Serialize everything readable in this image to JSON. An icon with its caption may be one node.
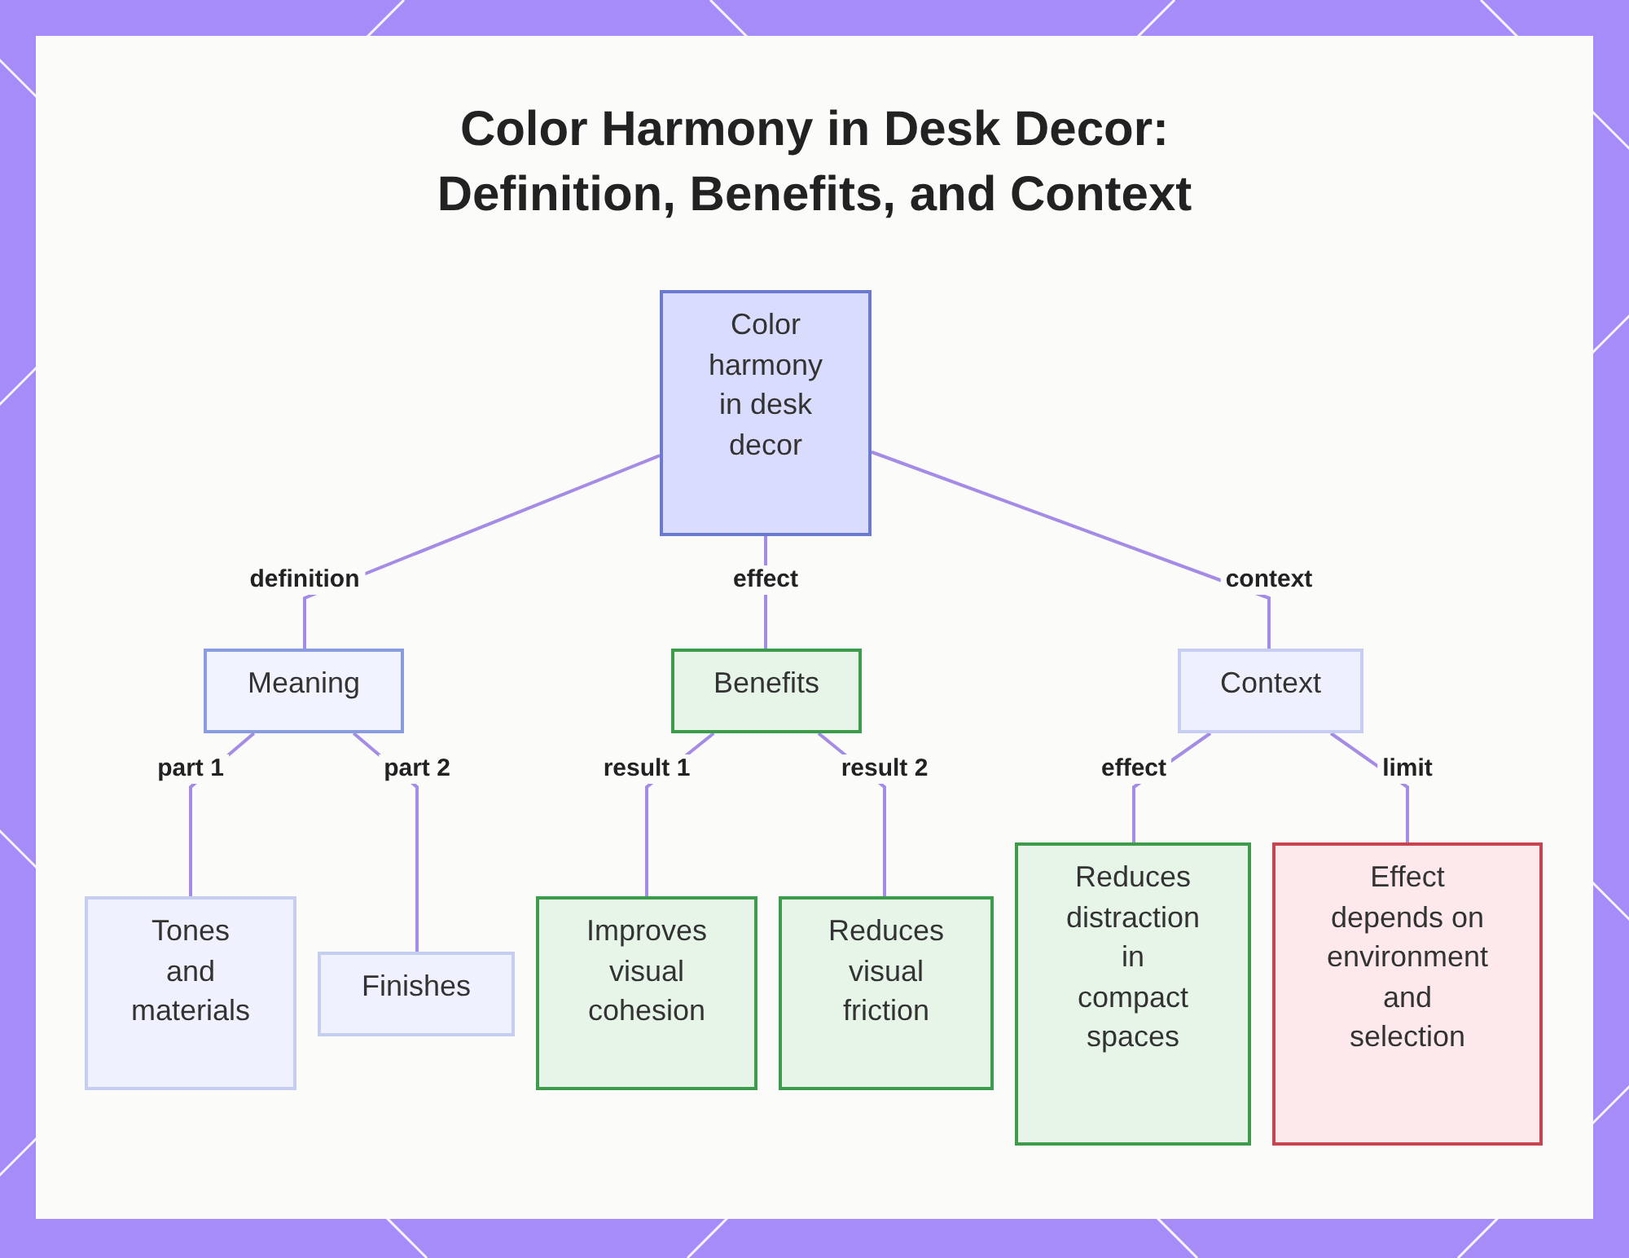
{
  "diagram": {
    "title": "Color Harmony in Desk Decor: Definition, Benefits, and Context",
    "nodes": [
      {
        "text": [
          "Color harmony in desk decor"
        ]
      },
      {
        "text": [
          "Meaning"
        ]
      },
      {
        "text": [
          "Benefits"
        ]
      },
      {
        "text": [
          "Context"
        ]
      },
      {
        "text": [
          "Tones and materials"
        ]
      },
      {
        "text": [
          "Finishes"
        ]
      },
      {
        "text": [
          "Improves visual cohesion"
        ]
      },
      {
        "text": [
          "Reduces visual friction"
        ]
      },
      {
        "text": [
          "Reduces distraction in compact spaces"
        ]
      },
      {
        "text": [
          "Effect depends on environment and selection"
        ]
      }
    ],
    "edges": [
      {
        "from": 0,
        "to": 1,
        "arrow": "none",
        "label": "definition"
      },
      {
        "from": 0,
        "to": 2,
        "arrow": "none",
        "label": "effect"
      },
      {
        "from": 0,
        "to": 3,
        "arrow": "none",
        "label": "context"
      },
      {
        "from": 1,
        "to": 4,
        "arrow": "none",
        "label": "part 1"
      },
      {
        "from": 1,
        "to": 5,
        "arrow": "none",
        "label": "part 2"
      },
      {
        "from": 2,
        "to": 6,
        "arrow": "none",
        "label": "result 1"
      },
      {
        "from": 2,
        "to": 7,
        "arrow": "none",
        "label": "result 2"
      },
      {
        "from": 3,
        "to": 8,
        "arrow": "none",
        "label": "effect"
      },
      {
        "from": 3,
        "to": 9,
        "arrow": "none",
        "label": "limit"
      }
    ]
  }
}
